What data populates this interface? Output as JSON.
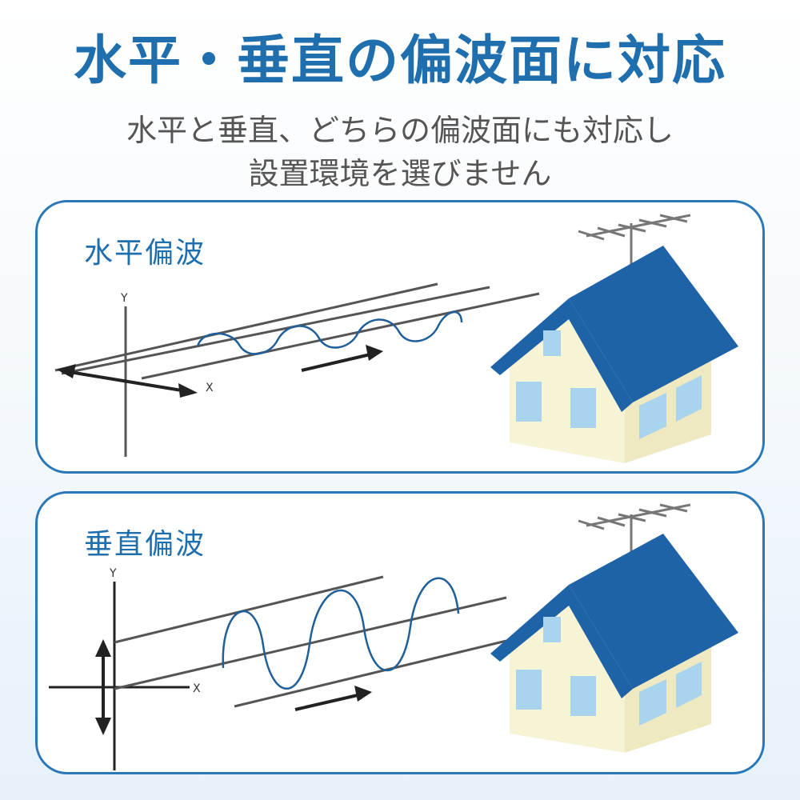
{
  "title": "水平・垂直の偏波面に対応",
  "subtitle": [
    "水平と垂直、どちらの偏波面にも対応し",
    "設置環境を選びません"
  ],
  "panels": {
    "horizontal": {
      "label": "水平偏波",
      "x_axis": "X",
      "y_axis": "Y"
    },
    "vertical": {
      "label": "垂直偏波",
      "x_axis": "X",
      "y_axis": "Y"
    }
  },
  "colors": {
    "accent": "#1f6ead",
    "border": "#2a78b8",
    "roof": "#1e62a8",
    "wall": "#f7f4d6",
    "window": "#a8d4ee",
    "line": "#555555",
    "wave": "#1f5f9a"
  }
}
